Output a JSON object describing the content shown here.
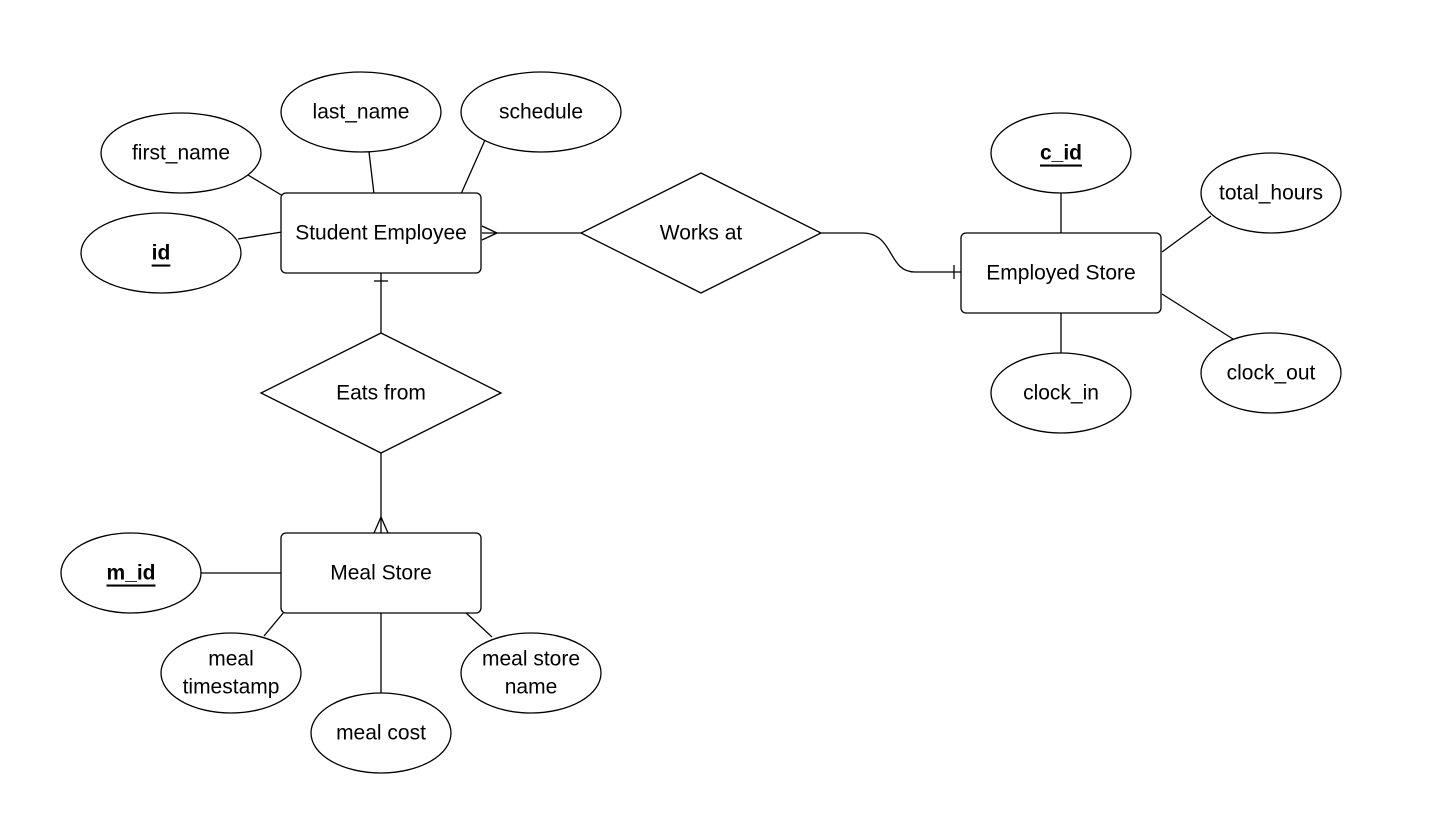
{
  "entities": {
    "student_employee": "Student Employee",
    "employed_store": "Employed Store",
    "meal_store": "Meal Store"
  },
  "relationships": {
    "works_at": "Works at",
    "eats_from": "Eats from"
  },
  "attributes": {
    "first_name": "first_name",
    "last_name": "last_name",
    "schedule": "schedule",
    "id": "id",
    "c_id": "c_id",
    "total_hours": "total_hours",
    "clock_in": "clock_in",
    "clock_out": "clock_out",
    "m_id": "m_id",
    "meal_timestamp_line1": "meal",
    "meal_timestamp_line2": "timestamp",
    "meal_cost": "meal cost",
    "meal_store_name_line1": "meal store",
    "meal_store_name_line2": "name"
  }
}
